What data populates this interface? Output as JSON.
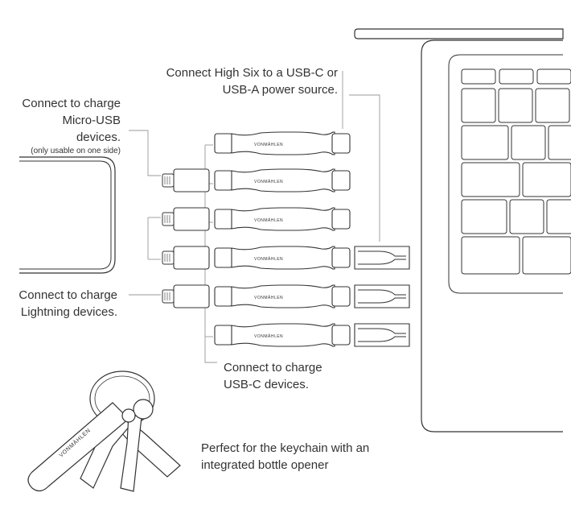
{
  "labels": {
    "usb_source_line1": "Connect High Six to a USB-C or",
    "usb_source_line2": "USB-A power source.",
    "micro_usb_line1": "Connect to charge",
    "micro_usb_line2": "Micro-USB devices.",
    "micro_usb_note": "(only usable on one side)",
    "lightning_line1": "Connect to charge",
    "lightning_line2": "Lightning devices.",
    "usbc_line1": "Connect to charge",
    "usbc_line2": "USB-C devices.",
    "keychain_line1": "Perfect for the keychain with an",
    "keychain_line2": "integrated bottle opener"
  },
  "brand": {
    "cable_text": "VONMÄHLEN",
    "keychain_text": "VONMÄHLEN"
  },
  "colors": {
    "stroke": "#333333",
    "light_stroke": "#999999"
  }
}
